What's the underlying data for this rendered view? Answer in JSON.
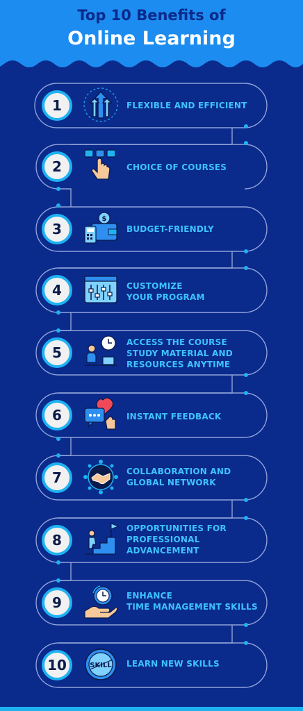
{
  "header": {
    "line1": "Top 10 Benefits of",
    "line2": "Online Learning"
  },
  "colors": {
    "background": "#0a2a8c",
    "accent": "#1fb2f2",
    "label": "#3ec3ff",
    "header_blue": "#1c8cf0"
  },
  "items": [
    {
      "number": "1",
      "icon": "arrows-up-icon",
      "line1": "FLEXIBLE AND EFFICIENT",
      "line2": "",
      "line3": ""
    },
    {
      "number": "2",
      "icon": "hand-pointer-icon",
      "line1": "CHOICE OF COURSES",
      "line2": "",
      "line3": ""
    },
    {
      "number": "3",
      "icon": "wallet-calculator-icon",
      "line1": "BUDGET-FRIENDLY",
      "line2": "",
      "line3": ""
    },
    {
      "number": "4",
      "icon": "sliders-window-icon",
      "line1": "CUSTOMIZE",
      "line2": "YOUR PROGRAM",
      "line3": ""
    },
    {
      "number": "5",
      "icon": "person-clock-icon",
      "line1": "ACCESS THE COURSE",
      "line2": "STUDY MATERIAL AND",
      "line3": "RESOURCES ANYTIME"
    },
    {
      "number": "6",
      "icon": "chat-heart-icon",
      "line1": "INSTANT FEEDBACK",
      "line2": "",
      "line3": ""
    },
    {
      "number": "7",
      "icon": "handshake-network-icon",
      "line1": "COLLABORATION AND",
      "line2": "GLOBAL NETWORK",
      "line3": ""
    },
    {
      "number": "8",
      "icon": "stairs-flag-icon",
      "line1": "OPPORTUNITIES FOR",
      "line2": "PROFESSIONAL",
      "line3": "ADVANCEMENT"
    },
    {
      "number": "9",
      "icon": "clock-hand-icon",
      "line1": "ENHANCE",
      "line2": "TIME MANAGEMENT SKILLS",
      "line3": ""
    },
    {
      "number": "10",
      "icon": "skill-badge-icon",
      "line1": "LEARN NEW SKILLS",
      "line2": "",
      "line3": ""
    }
  ]
}
